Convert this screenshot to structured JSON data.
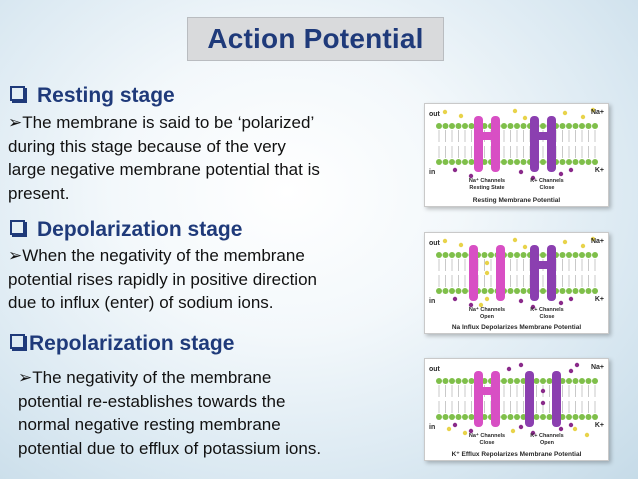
{
  "title": "Action Potential",
  "sections": [
    {
      "heading": "Resting stage",
      "lines": [
        "The membrane is said to be ‘polarized’",
        "during this stage because of the very",
        "large negative membrane potential that is",
        "present."
      ]
    },
    {
      "heading": "Depolarization stage",
      "lines": [
        "When the negativity of the membrane",
        "potential rises rapidly in positive direction",
        "due to influx (enter) of sodium ions."
      ]
    },
    {
      "heading": "Repolarization stage",
      "lines": [
        "The negativity of the membrane",
        "potential re-establishes towards the",
        "normal negative resting membrane",
        "potential due to efflux of potassium ions."
      ]
    }
  ],
  "figures": [
    {
      "out": "out",
      "in": "in",
      "na": "Na+",
      "k": "K+",
      "na_channel": [
        "Na⁺ Channels",
        "Resting State"
      ],
      "k_channel": [
        "K+ Channels",
        "Close"
      ],
      "caption": "Resting Membrane Potential"
    },
    {
      "out": "out",
      "in": "in",
      "na": "Na+",
      "k": "K+",
      "na_channel": [
        "Na⁺ Channels",
        "Open"
      ],
      "k_channel": [
        "K+ Channels",
        "Close"
      ],
      "caption": "Na  Influx Depolarizes Membrane Potential"
    },
    {
      "out": "out",
      "in": "in",
      "na": "Na+",
      "k": "K+",
      "na_channel": [
        "Na⁺ Channels",
        "Close"
      ],
      "k_channel": [
        "K+ Channels",
        "Open"
      ],
      "caption": "K⁺ Efflux Repolarizes Membrane Potential"
    }
  ],
  "colors": {
    "heading": "#1f3a7a",
    "na_channel": "#d84fc4",
    "k_channel": "#8b3fb0",
    "lipid_head": "#7fbf4a",
    "na_ion": "#e8d34a",
    "k_ion": "#8a2a8a"
  }
}
